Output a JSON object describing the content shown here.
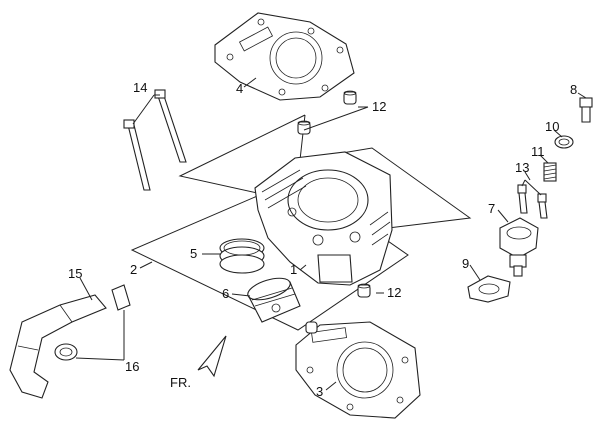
{
  "parts": {
    "p1": "1",
    "p2": "2",
    "p3": "3",
    "p4": "4",
    "p5": "5",
    "p6": "6",
    "p7": "7",
    "p8": "8",
    "p9": "9",
    "p10": "10",
    "p11": "11",
    "p12a": "12",
    "p12b": "12",
    "p13": "13",
    "p14": "14",
    "p15": "15",
    "p16": "16"
  },
  "direction_label": "FR."
}
